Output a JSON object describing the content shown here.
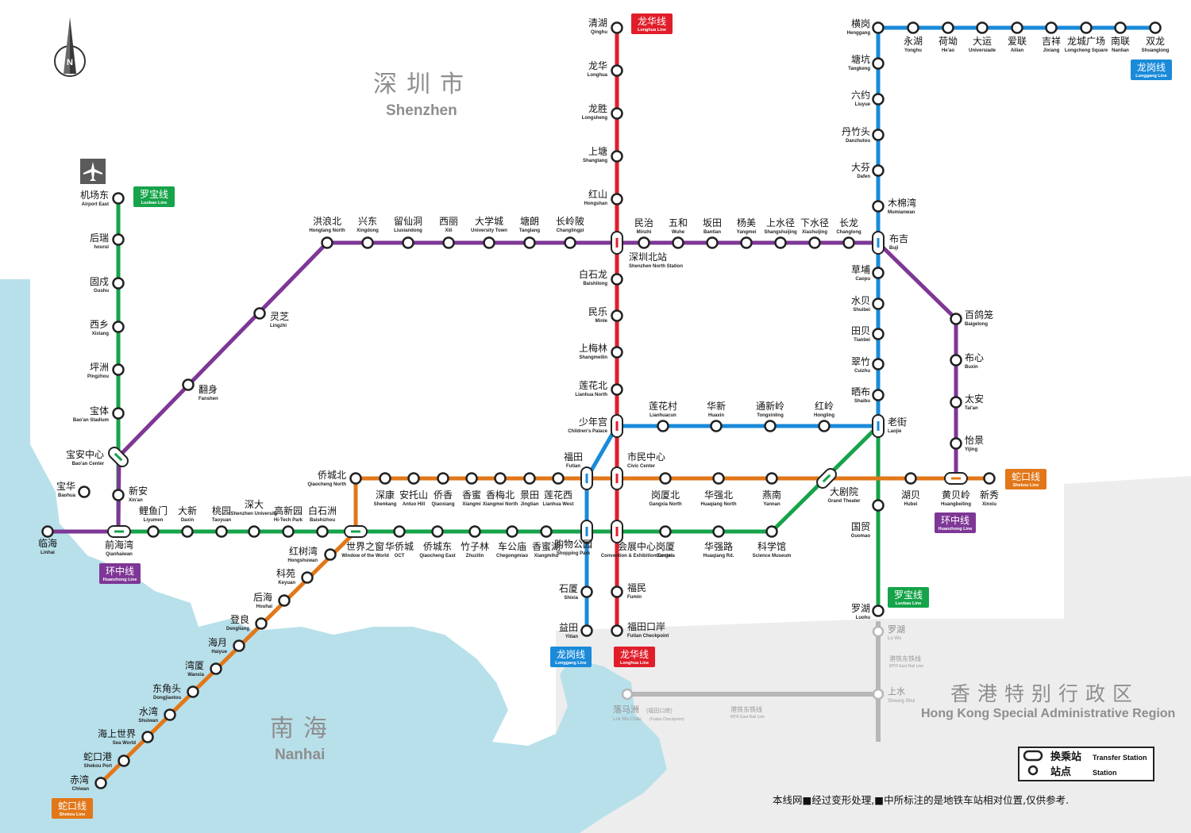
{
  "colors": {
    "luobao": "#16a34a",
    "longhua": "#e11d2a",
    "huanzhong": "#7e3796",
    "shekou": "#e27719",
    "longgang": "#1a8ad9",
    "hk_rail": "#b7b7b7",
    "sea": "#b8e0ea",
    "land_hk": "#ededed"
  },
  "compass": {
    "label": "N"
  },
  "regions": {
    "shenzhen": {
      "zh": "深圳市",
      "en": "Shenzhen"
    },
    "nanhai": {
      "zh": "南海",
      "en": "Nanhai"
    },
    "hongkong": {
      "zh": "香港特别行政区",
      "en": "Hong Kong Special Administrative Region"
    }
  },
  "line_badges": [
    {
      "zh": "罗宝线",
      "en": "Luobao Line",
      "color": "#16a34a"
    },
    {
      "zh": "罗宝线",
      "en": "Luobao Line",
      "color": "#16a34a"
    },
    {
      "zh": "龙华线",
      "en": "Longhua Line",
      "color": "#e11d2a"
    },
    {
      "zh": "龙华线",
      "en": "Longhua Line",
      "color": "#e11d2a"
    },
    {
      "zh": "环中线",
      "en": "Huanzhong Line",
      "color": "#7e3796"
    },
    {
      "zh": "环中线",
      "en": "Huanzhong Line",
      "color": "#7e3796"
    },
    {
      "zh": "蛇口线",
      "en": "Shekou Line",
      "color": "#e27719"
    },
    {
      "zh": "蛇口线",
      "en": "Shekou Line",
      "color": "#e27719"
    },
    {
      "zh": "龙岗线",
      "en": "Longgang Line",
      "color": "#1a8ad9"
    },
    {
      "zh": "龙岗线",
      "en": "Longgang Line",
      "color": "#1a8ad9"
    }
  ],
  "stations": [
    {
      "zh": "机场东",
      "en": "Airport East"
    },
    {
      "zh": "后瑞",
      "en": "hourui"
    },
    {
      "zh": "固戍",
      "en": "Gushu"
    },
    {
      "zh": "西乡",
      "en": "Xixiang"
    },
    {
      "zh": "坪洲",
      "en": "Pingzhou"
    },
    {
      "zh": "宝体",
      "en": "Bao'an Stadium"
    },
    {
      "zh": "宝安中心",
      "en": "Bao'an Center"
    },
    {
      "zh": "新安",
      "en": "Xin'an"
    },
    {
      "zh": "前海湾",
      "en": "Qianhaiwan"
    },
    {
      "zh": "鲤鱼门",
      "en": "Liyumen"
    },
    {
      "zh": "大新",
      "en": "Daxin"
    },
    {
      "zh": "桃园",
      "en": "Taoyuan"
    },
    {
      "zh": "深大",
      "en": "Shenzhen University"
    },
    {
      "zh": "高新园",
      "en": "Hi-Tech Park"
    },
    {
      "zh": "白石洲",
      "en": "Baishizhou"
    },
    {
      "zh": "世界之窗",
      "en": "Window of the World"
    },
    {
      "zh": "华侨城",
      "en": "OCT"
    },
    {
      "zh": "侨城东",
      "en": "Qiaocheng East"
    },
    {
      "zh": "竹子林",
      "en": "Zhuzilin"
    },
    {
      "zh": "车公庙",
      "en": "Chegongmiao"
    },
    {
      "zh": "香蜜湖",
      "en": "Xiangmihu"
    },
    {
      "zh": "购物公园",
      "en": "Shopping Park"
    },
    {
      "zh": "会展中心",
      "en": "Convention & Exhibition Center"
    },
    {
      "zh": "岗厦",
      "en": "Gangxia"
    },
    {
      "zh": "华强路",
      "en": "Huaqiang Rd."
    },
    {
      "zh": "科学馆",
      "en": "Science Museum"
    },
    {
      "zh": "大剧院",
      "en": "Grand Theater"
    },
    {
      "zh": "老街",
      "en": "Laojie"
    },
    {
      "zh": "国贸",
      "en": "Guomao"
    },
    {
      "zh": "罗湖",
      "en": "Luohu"
    },
    {
      "zh": "清湖",
      "en": "Qinghu"
    },
    {
      "zh": "龙华",
      "en": "Longhua"
    },
    {
      "zh": "龙胜",
      "en": "Longsheng"
    },
    {
      "zh": "上塘",
      "en": "Shangtang"
    },
    {
      "zh": "红山",
      "en": "Hongshan"
    },
    {
      "zh": "深圳北站",
      "en": "Shenzhen North Station"
    },
    {
      "zh": "白石龙",
      "en": "Baishilong"
    },
    {
      "zh": "民乐",
      "en": "Minle"
    },
    {
      "zh": "上梅林",
      "en": "Shangmeilin"
    },
    {
      "zh": "莲花北",
      "en": "Lianhua North"
    },
    {
      "zh": "少年宫",
      "en": "Children's Palace"
    },
    {
      "zh": "市民中心",
      "en": "Civic Center"
    },
    {
      "zh": "福民",
      "en": "Fumin"
    },
    {
      "zh": "福田口岸",
      "en": "Futian Checkpoint"
    },
    {
      "zh": "临海",
      "en": "Linhai"
    },
    {
      "zh": "宝华",
      "en": "Baohua"
    },
    {
      "zh": "翻身",
      "en": "Fanshen"
    },
    {
      "zh": "灵芝",
      "en": "Lingzhi"
    },
    {
      "zh": "洪浪北",
      "en": "Honglang North"
    },
    {
      "zh": "兴东",
      "en": "Xingdong"
    },
    {
      "zh": "留仙洞",
      "en": "Liuxiandong"
    },
    {
      "zh": "西丽",
      "en": "Xili"
    },
    {
      "zh": "大学城",
      "en": "University Town"
    },
    {
      "zh": "塘朗",
      "en": "Tanglang"
    },
    {
      "zh": "长岭陂",
      "en": "Changlingpi"
    },
    {
      "zh": "民治",
      "en": "Minzhi"
    },
    {
      "zh": "五和",
      "en": "Wuhe"
    },
    {
      "zh": "坂田",
      "en": "Bantian"
    },
    {
      "zh": "杨美",
      "en": "Yangmei"
    },
    {
      "zh": "上水径",
      "en": "Shangshuijing"
    },
    {
      "zh": "下水径",
      "en": "Xiashuijing"
    },
    {
      "zh": "长龙",
      "en": "Changlong"
    },
    {
      "zh": "布吉",
      "en": "Buji"
    },
    {
      "zh": "百鸽笼",
      "en": "Baigelong"
    },
    {
      "zh": "布心",
      "en": "Buxin"
    },
    {
      "zh": "太安",
      "en": "Tai'an"
    },
    {
      "zh": "怡景",
      "en": "Yijing"
    },
    {
      "zh": "黄贝岭",
      "en": "Huangbeiling"
    },
    {
      "zh": "赤湾",
      "en": "Chiwan"
    },
    {
      "zh": "蛇口港",
      "en": "Shekou Port"
    },
    {
      "zh": "海上世界",
      "en": "Sea World"
    },
    {
      "zh": "水湾",
      "en": "Shuiwan"
    },
    {
      "zh": "东角头",
      "en": "Dongjiaotou"
    },
    {
      "zh": "湾厦",
      "en": "Wanxia"
    },
    {
      "zh": "海月",
      "en": "Haiyue"
    },
    {
      "zh": "登良",
      "en": "Dengliang"
    },
    {
      "zh": "后海",
      "en": "Houhai"
    },
    {
      "zh": "科苑",
      "en": "Keyuan"
    },
    {
      "zh": "红树湾",
      "en": "Hongshuwan"
    },
    {
      "zh": "侨城北",
      "en": "Qiaocheng North"
    },
    {
      "zh": "深康",
      "en": "Shenkang"
    },
    {
      "zh": "安托山",
      "en": "Antuo Hill"
    },
    {
      "zh": "侨香",
      "en": "Qiaoxiang"
    },
    {
      "zh": "香蜜",
      "en": "Xiangmi"
    },
    {
      "zh": "香梅北",
      "en": "Xiangmei North"
    },
    {
      "zh": "景田",
      "en": "Jingtian"
    },
    {
      "zh": "莲花西",
      "en": "Lianhua West"
    },
    {
      "zh": "福田",
      "en": "Futian"
    },
    {
      "zh": "岗厦北",
      "en": "Gangxia North"
    },
    {
      "zh": "华强北",
      "en": "Huaqiang North"
    },
    {
      "zh": "燕南",
      "en": "Yannan"
    },
    {
      "zh": "湖贝",
      "en": "Hubei"
    },
    {
      "zh": "新秀",
      "en": "Xinxiu"
    },
    {
      "zh": "益田",
      "en": "Yitian"
    },
    {
      "zh": "石厦",
      "en": "Shixia"
    },
    {
      "zh": "莲花村",
      "en": "Lianhuacun"
    },
    {
      "zh": "华新",
      "en": "Huaxin"
    },
    {
      "zh": "通新岭",
      "en": "Tongxinling"
    },
    {
      "zh": "红岭",
      "en": "Hongling"
    },
    {
      "zh": "草埔",
      "en": "Caopu"
    },
    {
      "zh": "水贝",
      "en": "Shuibei"
    },
    {
      "zh": "田贝",
      "en": "Tianbei"
    },
    {
      "zh": "翠竹",
      "en": "Cuizhu"
    },
    {
      "zh": "晒布",
      "en": "Shaibu"
    },
    {
      "zh": "木棉湾",
      "en": "Mumianwan"
    },
    {
      "zh": "大芬",
      "en": "Dafen"
    },
    {
      "zh": "丹竹头",
      "en": "Danzhutou"
    },
    {
      "zh": "六约",
      "en": "Liuyue"
    },
    {
      "zh": "塘坑",
      "en": "Tangkeng"
    },
    {
      "zh": "横岗",
      "en": "Henggang"
    },
    {
      "zh": "永湖",
      "en": "Yonghu"
    },
    {
      "zh": "荷坳",
      "en": "He'ao"
    },
    {
      "zh": "大运",
      "en": "Universiade"
    },
    {
      "zh": "爱联",
      "en": "Ailian"
    },
    {
      "zh": "吉祥",
      "en": "Jixiang"
    },
    {
      "zh": "龙城广场",
      "en": "Longcheng Square"
    },
    {
      "zh": "南联",
      "en": "Nanlian"
    },
    {
      "zh": "双龙",
      "en": "Shuanglong"
    }
  ],
  "hk_stations": [
    {
      "zh": "罗湖",
      "en": "Lo Wu"
    },
    {
      "zh": "上水",
      "en": "Sheung Shui"
    },
    {
      "zh": "落马洲",
      "zh_note": "(福田口岸)",
      "en": "Lok Ma Chau",
      "en_note": "(Futian Checkpoint)"
    }
  ],
  "hk_rail_labels": [
    {
      "zh": "港铁东铁线",
      "en": "MTR East Rail Line"
    },
    {
      "zh": "港铁东铁线",
      "en": "MTR East Rail Line"
    }
  ],
  "legend": {
    "transfer_zh": "换乘站",
    "transfer_en": "Transfer Station",
    "station_zh": "站点",
    "station_en": "Station"
  },
  "footnote": "本线网■经过变形处理,■中所标注的是地铁车站相对位置,仅供参考."
}
